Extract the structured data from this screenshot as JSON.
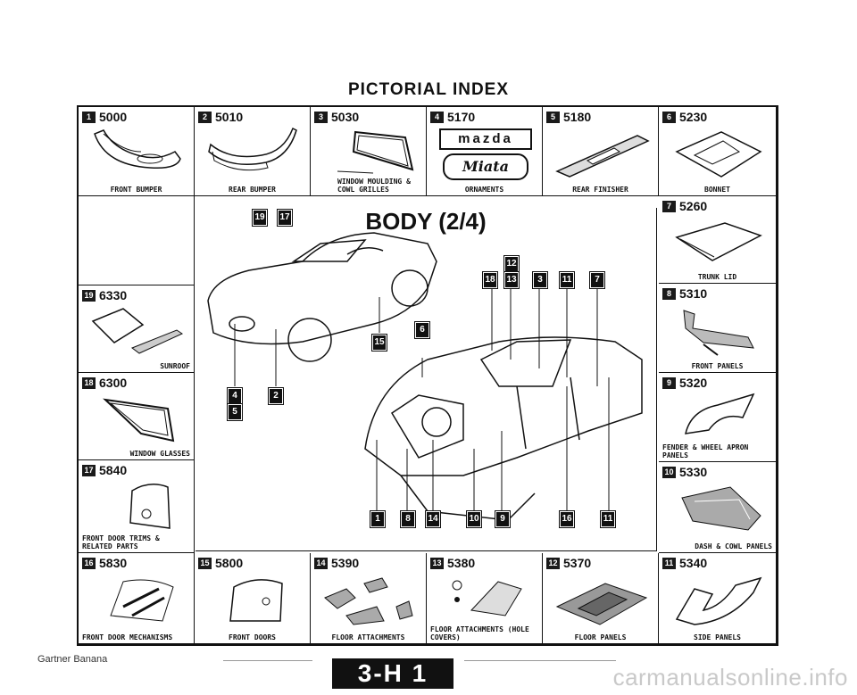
{
  "page_title": "PICTORIAL INDEX",
  "body_title": "BODY (2/4)",
  "top_row": [
    {
      "num": "1",
      "code": "5000",
      "caption": "FRONT BUMPER"
    },
    {
      "num": "2",
      "code": "5010",
      "caption": "REAR BUMPER"
    },
    {
      "num": "3",
      "code": "5030",
      "caption": "WINDOW MOULDING & COWL GRILLES"
    },
    {
      "num": "4",
      "code": "5170",
      "caption": "ORNAMENTS",
      "logo1": "mazda",
      "logo2": "Miata"
    },
    {
      "num": "5",
      "code": "5180",
      "caption": "REAR FINISHER"
    },
    {
      "num": "6",
      "code": "5230",
      "caption": "BONNET"
    }
  ],
  "left_col": [
    {
      "num": "19",
      "code": "6330",
      "caption": "SUNROOF"
    },
    {
      "num": "18",
      "code": "6300",
      "caption": "WINDOW GLASSES"
    },
    {
      "num": "17",
      "code": "5840",
      "caption": "FRONT DOOR TRIMS & RELATED PARTS"
    }
  ],
  "right_col": [
    {
      "num": "7",
      "code": "5260",
      "caption": "TRUNK LID"
    },
    {
      "num": "8",
      "code": "5310",
      "caption": "FRONT PANELS"
    },
    {
      "num": "9",
      "code": "5320",
      "caption": "FENDER & WHEEL APRON PANELS"
    },
    {
      "num": "10",
      "code": "5330",
      "caption": "DASH & COWL PANELS"
    }
  ],
  "bottom_row": [
    {
      "num": "16",
      "code": "5830",
      "caption": "FRONT DOOR MECHANISMS"
    },
    {
      "num": "15",
      "code": "5800",
      "caption": "FRONT DOORS"
    },
    {
      "num": "14",
      "code": "5390",
      "caption": "FLOOR ATTACHMENTS"
    },
    {
      "num": "13",
      "code": "5380",
      "caption": "FLOOR ATTACHMENTS (HOLE COVERS)"
    },
    {
      "num": "12",
      "code": "5370",
      "caption": "FLOOR PANELS"
    },
    {
      "num": "11",
      "code": "5340",
      "caption": "SIDE PANELS"
    }
  ],
  "callouts": {
    "upper_car": [
      "19",
      "17",
      "4",
      "2",
      "5",
      "15"
    ],
    "lower_top": [
      "12",
      "18",
      "13",
      "3",
      "11",
      "7"
    ],
    "lower_side": "6",
    "lower_bottom": [
      "1",
      "8",
      "14",
      "10",
      "9",
      "16",
      "11"
    ]
  },
  "footer": {
    "note": "Gartner Banana",
    "page_tab": "3-H 1",
    "watermark": "carmanualsonline.info"
  }
}
